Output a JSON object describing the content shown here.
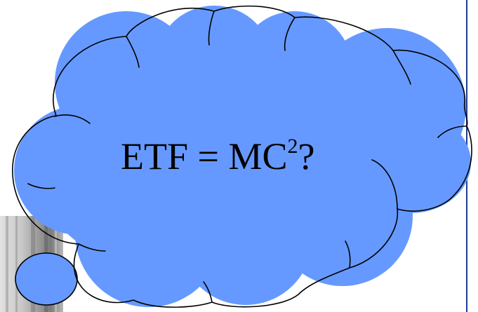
{
  "colors": {
    "cloud_fill": "#6699ff",
    "cloud_outline": "#000000",
    "edge_rule": "#1f3c94",
    "background": "#ffffff"
  },
  "equation": {
    "lhs": "ETF",
    "operator": "=",
    "base": "MC",
    "exponent": "2",
    "suffix": "?"
  }
}
